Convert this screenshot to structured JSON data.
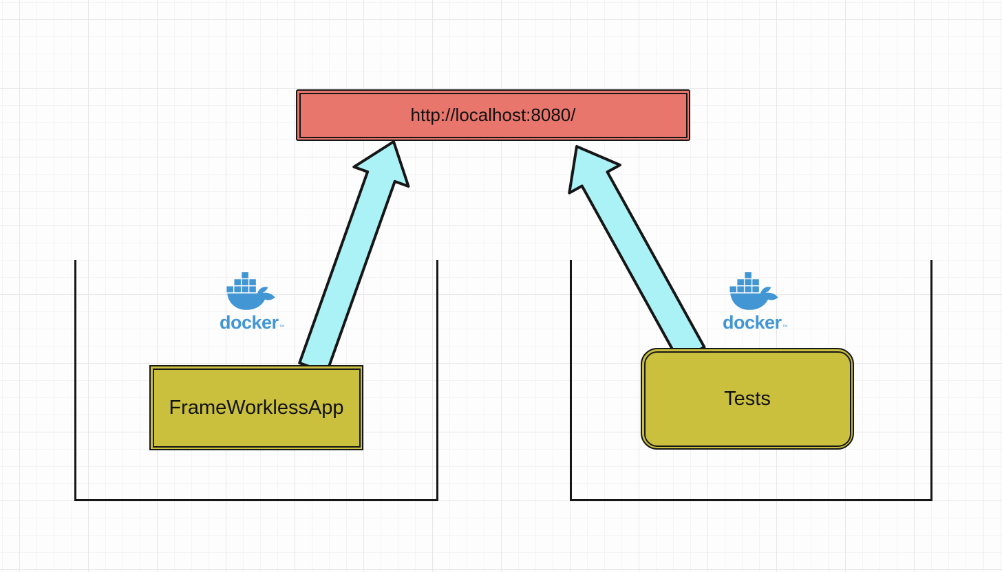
{
  "canvas": {
    "url_node": {
      "label": "http://localhost:8080/"
    },
    "left": {
      "wordmark": "docker",
      "tm": "™",
      "app_label": "FrameWorklessApp"
    },
    "right": {
      "wordmark": "docker",
      "tm": "™",
      "tests_label": "Tests"
    }
  },
  "colors": {
    "url_node_fill": "#e9766c",
    "app_node_fill": "#cac03e",
    "arrow_fill": "#aaf2f5",
    "docker_blue": "#4296d3",
    "stroke": "#161616",
    "text": "#111111",
    "grid_minor": "#f4f4f6",
    "grid_major": "#e7e7ea",
    "canvas_bg": "#fdfdfd"
  }
}
